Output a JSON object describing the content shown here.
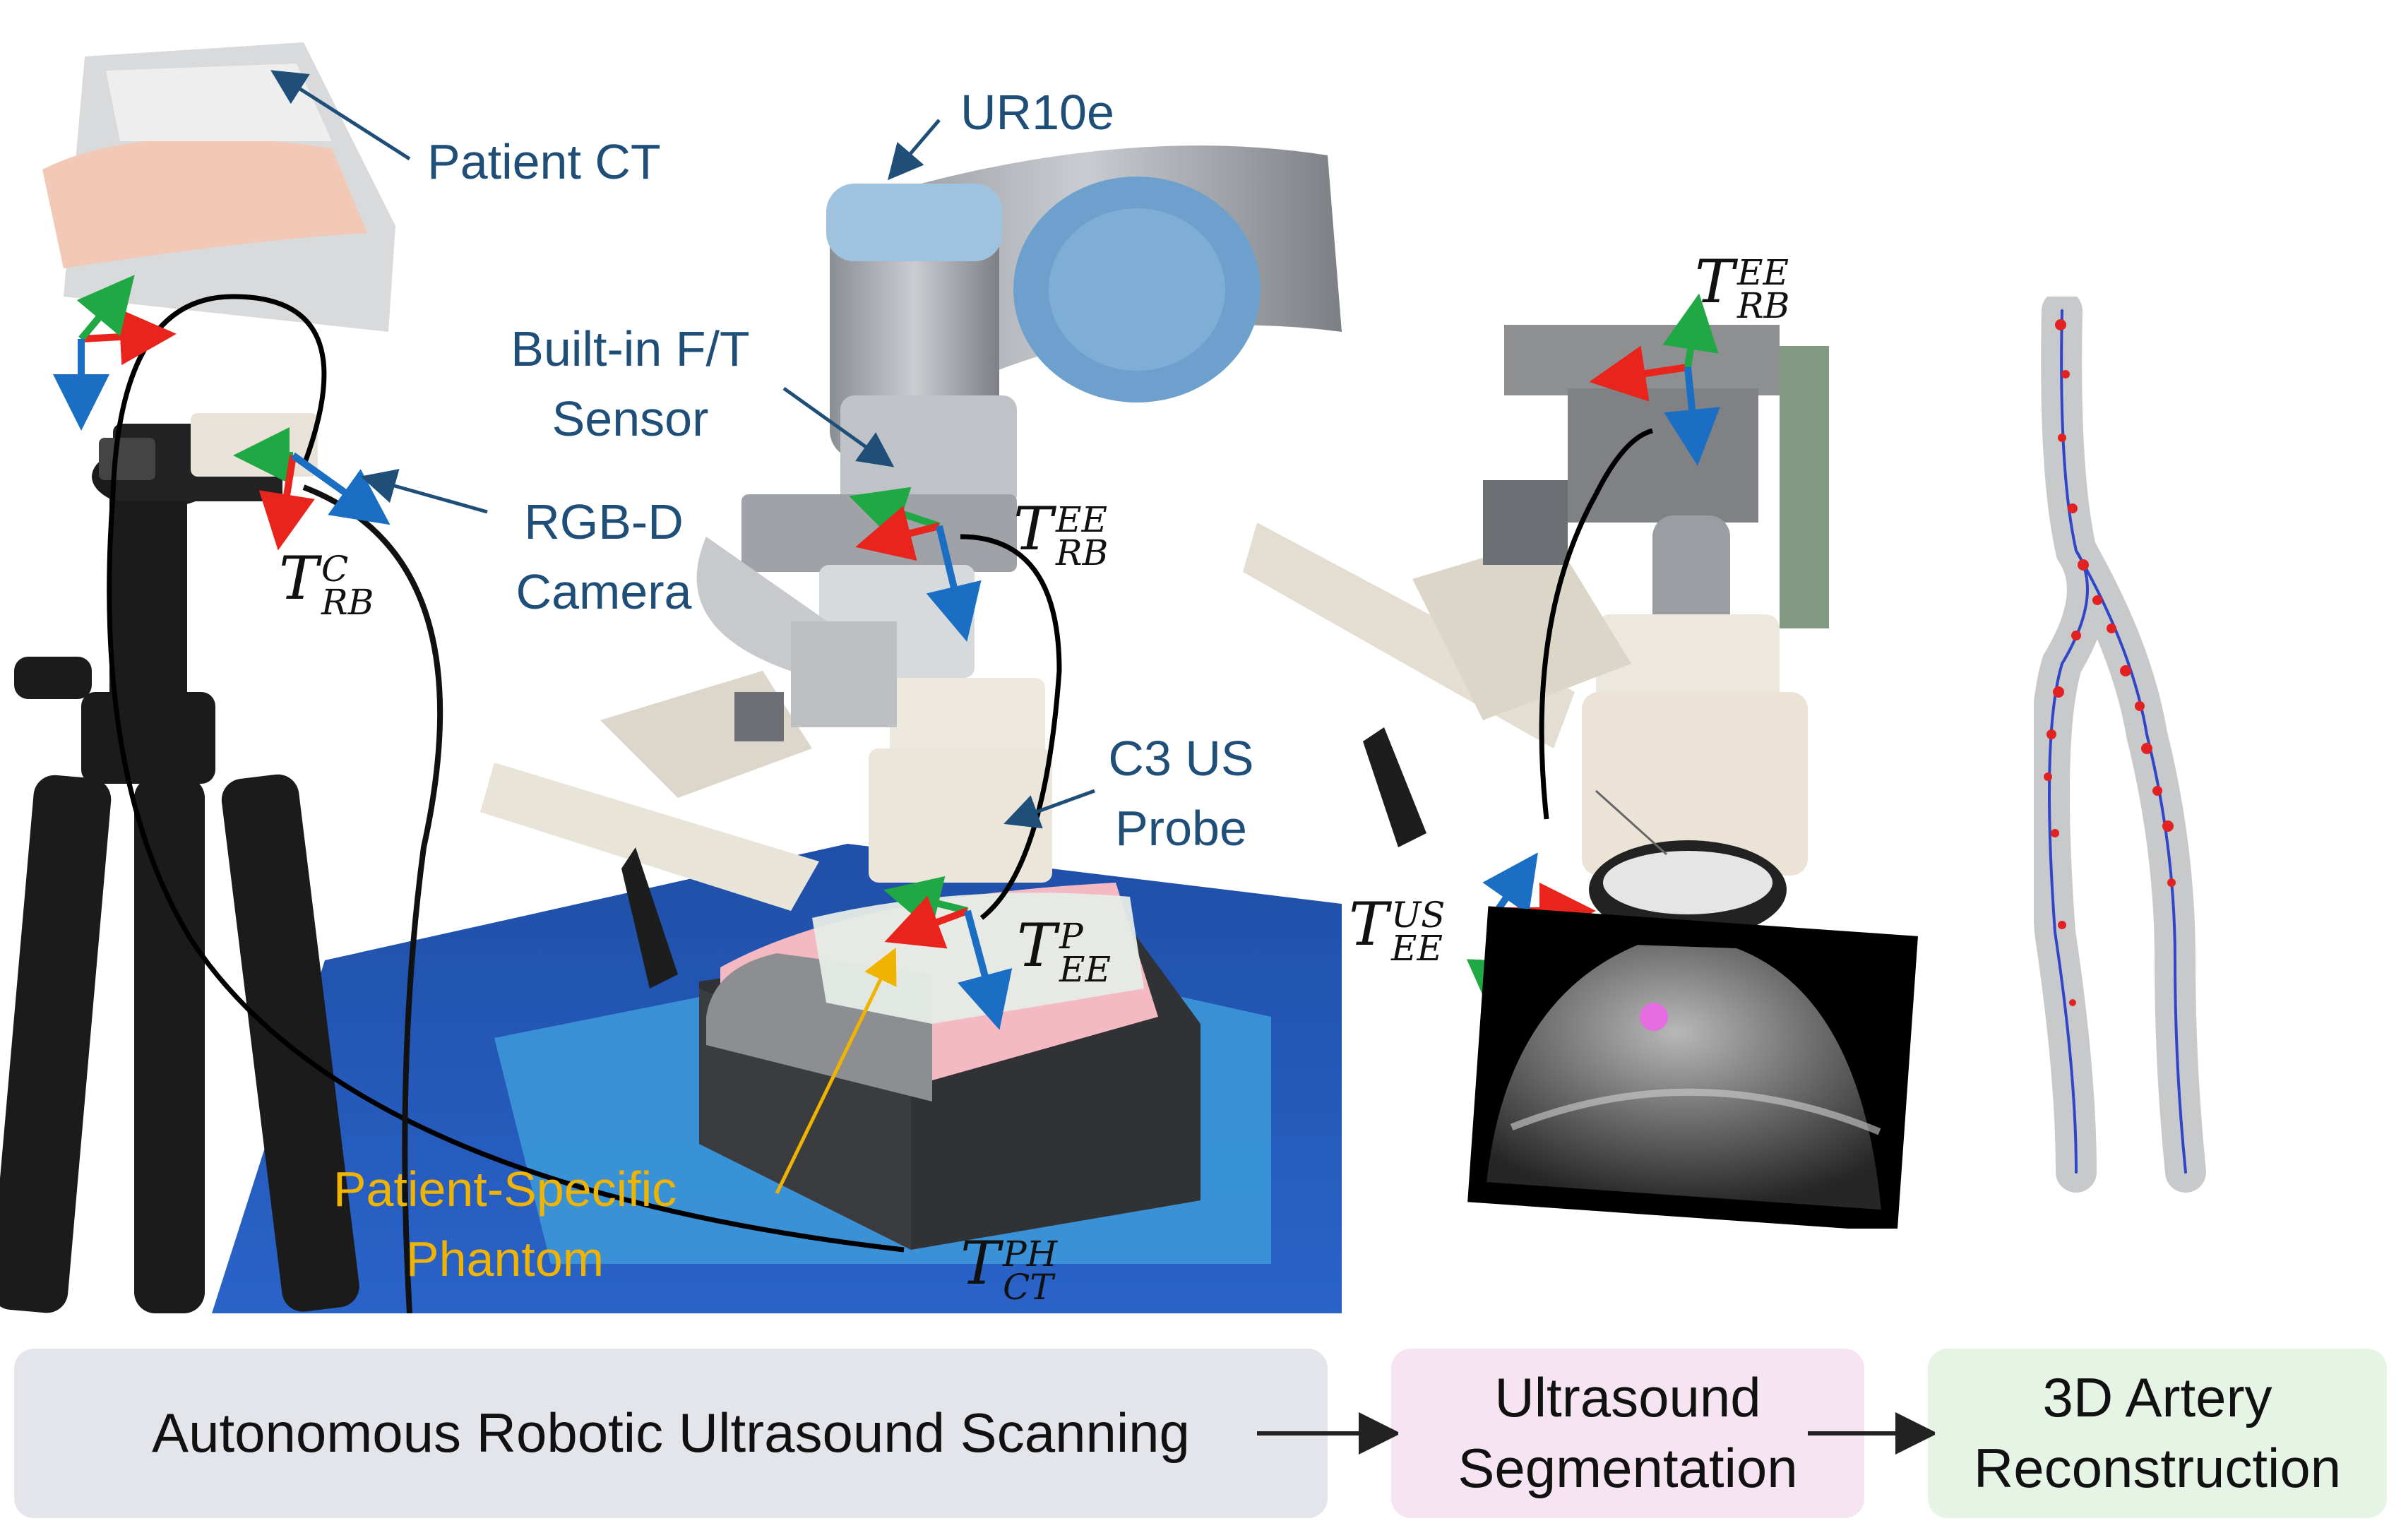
{
  "labels": {
    "ur10e": "UR10e",
    "patient_ct": "Patient CT",
    "ft_sensor_line1": "Built-in F/T",
    "ft_sensor_line2": "Sensor",
    "rgbd_line1": "RGB-D",
    "rgbd_line2": "Camera",
    "probe_line1": "C3 US",
    "probe_line2": "Probe",
    "phantom_line1": "Patient-Specific",
    "phantom_line2": "Phantom"
  },
  "transforms": {
    "rb_c": {
      "base": "T",
      "sup": "C",
      "sub": "RB"
    },
    "rb_ee_left": {
      "base": "T",
      "sup": "EE",
      "sub": "RB"
    },
    "ee_p": {
      "base": "T",
      "sup": "P",
      "sub": "EE"
    },
    "ct_ph": {
      "base": "T",
      "sup": "PH",
      "sub": "CT"
    },
    "rb_ee_right": {
      "base": "T",
      "sup": "EE",
      "sub": "RB"
    },
    "ee_us": {
      "base": "T",
      "sup": "US",
      "sub": "EE"
    }
  },
  "pipeline": {
    "stage1": "Autonomous Robotic Ultrasound Scanning",
    "stage2_line1": "Ultrasound",
    "stage2_line2": "Segmentation",
    "stage3_line1": "3D Artery",
    "stage3_line2": "Reconstruction"
  },
  "colors": {
    "label_blue": "#1f4e79",
    "phantom_yellow": "#f0b400",
    "axis_red": "#e8241c",
    "axis_green": "#1fa843",
    "axis_blue": "#1a6fc4",
    "stage1_bg": "#e3e5ea",
    "stage2_bg": "#f7e4f3",
    "stage3_bg": "#e6f4e6"
  }
}
